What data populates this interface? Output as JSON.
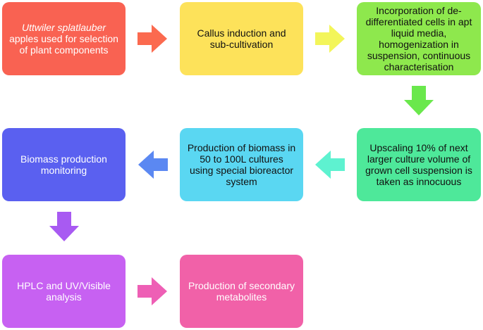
{
  "boxes": [
    {
      "id": "b1",
      "italic_text": "Uttwiler splatlauber",
      "text": "apples used for selection of plant components",
      "color": "#f96252"
    },
    {
      "id": "b2",
      "text": "Callus induction and sub-cultivation",
      "color": "#fde25a"
    },
    {
      "id": "b3",
      "text": "Incorporation of de-differentiated cells in apt liquid media, homogenization in suspension, continuous characterisation",
      "color": "#8ee84d"
    },
    {
      "id": "b4",
      "text": "Upscaling 10% of next larger culture volume of grown cell suspension is taken as innocuous",
      "color": "#4ee89a"
    },
    {
      "id": "b5",
      "text": "Production of biomass in 50 to 100L cultures using special bioreactor system",
      "color": "#5ad7f2"
    },
    {
      "id": "b6",
      "text": "Biomass production monitoring",
      "color": "#5a60f0"
    },
    {
      "id": "b7",
      "text": "HPLC and UV/Visible analysis",
      "color": "#c761f2"
    },
    {
      "id": "b8",
      "text": "Production of secondary metabolites",
      "color": "#f161a8"
    }
  ],
  "arrows": [
    {
      "id": "a1",
      "direction": "right",
      "color": "#fb6a4f"
    },
    {
      "id": "a2",
      "direction": "right",
      "color": "#f3f55a"
    },
    {
      "id": "a3",
      "direction": "down",
      "color": "#6ae84c"
    },
    {
      "id": "a4",
      "direction": "left",
      "color": "#5ef2d0"
    },
    {
      "id": "a5",
      "direction": "left",
      "color": "#5b88f2"
    },
    {
      "id": "a6",
      "direction": "down",
      "color": "#a85af2"
    },
    {
      "id": "a7",
      "direction": "right",
      "color": "#ee5fb5"
    }
  ]
}
